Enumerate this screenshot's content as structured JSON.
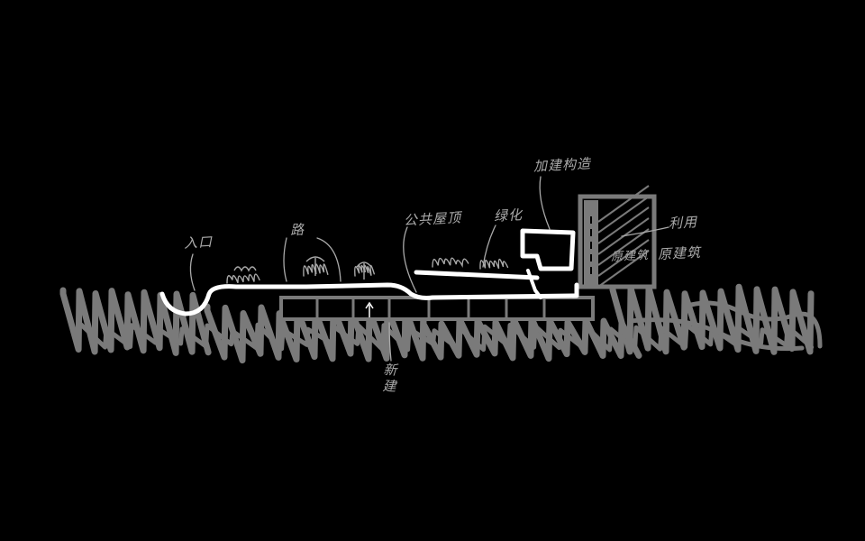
{
  "colors": {
    "background": "#000000",
    "ground": "#7a7a7a",
    "roof_line": "#ffffff",
    "sketch_line": "#a9a9a9"
  },
  "labels": {
    "entrance": "入口",
    "road": "路",
    "public_roof": "公共屋顶",
    "green": "绿化",
    "addition": "加建构造",
    "reuse_line1": "利用",
    "reuse_line2": "原建筑",
    "existing_building": "原建筑",
    "new_part": "新建"
  }
}
